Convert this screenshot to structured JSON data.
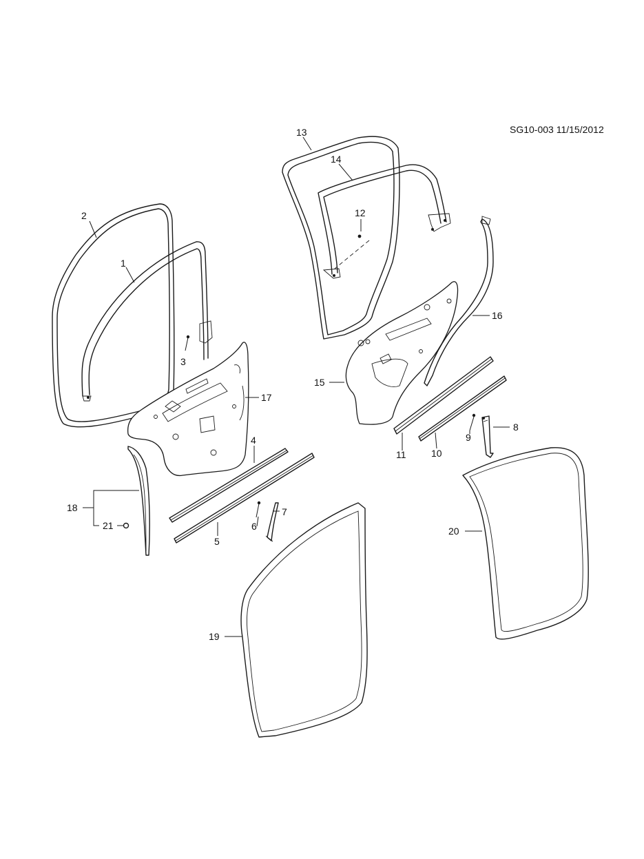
{
  "drawing_code": "SG10-003 11/15/2012",
  "callouts": [
    {
      "label": "1"
    },
    {
      "label": "2"
    },
    {
      "label": "3"
    },
    {
      "label": "4"
    },
    {
      "label": "5"
    },
    {
      "label": "6"
    },
    {
      "label": "7"
    },
    {
      "label": "8"
    },
    {
      "label": "9"
    },
    {
      "label": "10"
    },
    {
      "label": "11"
    },
    {
      "label": "12"
    },
    {
      "label": "13"
    },
    {
      "label": "14"
    },
    {
      "label": "15"
    },
    {
      "label": "16"
    },
    {
      "label": "17"
    },
    {
      "label": "18"
    },
    {
      "label": "19"
    },
    {
      "label": "20"
    },
    {
      "label": "21"
    }
  ]
}
